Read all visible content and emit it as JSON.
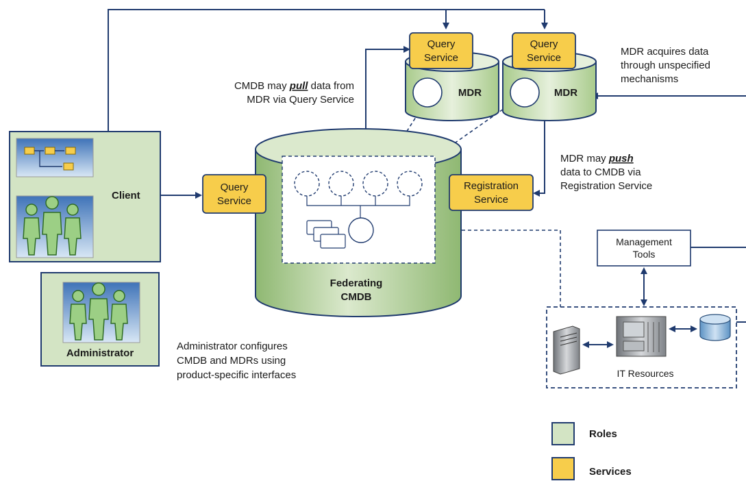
{
  "labels": {
    "client": "Client",
    "administrator": "Administrator",
    "federating_cmdb_line1": "Federating",
    "federating_cmdb_line2": "CMDB",
    "mdr": "MDR",
    "management_tools_line1": "Management",
    "management_tools_line2": "Tools",
    "it_resources": "IT Resources"
  },
  "services": {
    "query_line1": "Query",
    "query_line2": "Service",
    "registration_line1": "Registration",
    "registration_line2": "Service"
  },
  "annotations": {
    "pull_a": "CMDB may ",
    "pull_b": "pull",
    "pull_c": " data from",
    "pull_line2": "MDR via Query Service",
    "push_a": "MDR may ",
    "push_b": "push",
    "push_line2": "data to CMDB via",
    "push_line3": "Registration Service",
    "mdr_line1": "MDR acquires data",
    "mdr_line2": "through unspecified",
    "mdr_line3": "mechanisms",
    "admin_line1": "Administrator configures",
    "admin_line2": "CMDB and MDRs using",
    "admin_line3": "product-specific interfaces"
  },
  "legend": {
    "roles": "Roles",
    "services": "Services"
  },
  "colors": {
    "role_green": "#d3e4c4",
    "service_yellow": "#f7cd4b",
    "connector_blue": "#1f3a6e",
    "cylinder_green": "#a9cb8c"
  }
}
